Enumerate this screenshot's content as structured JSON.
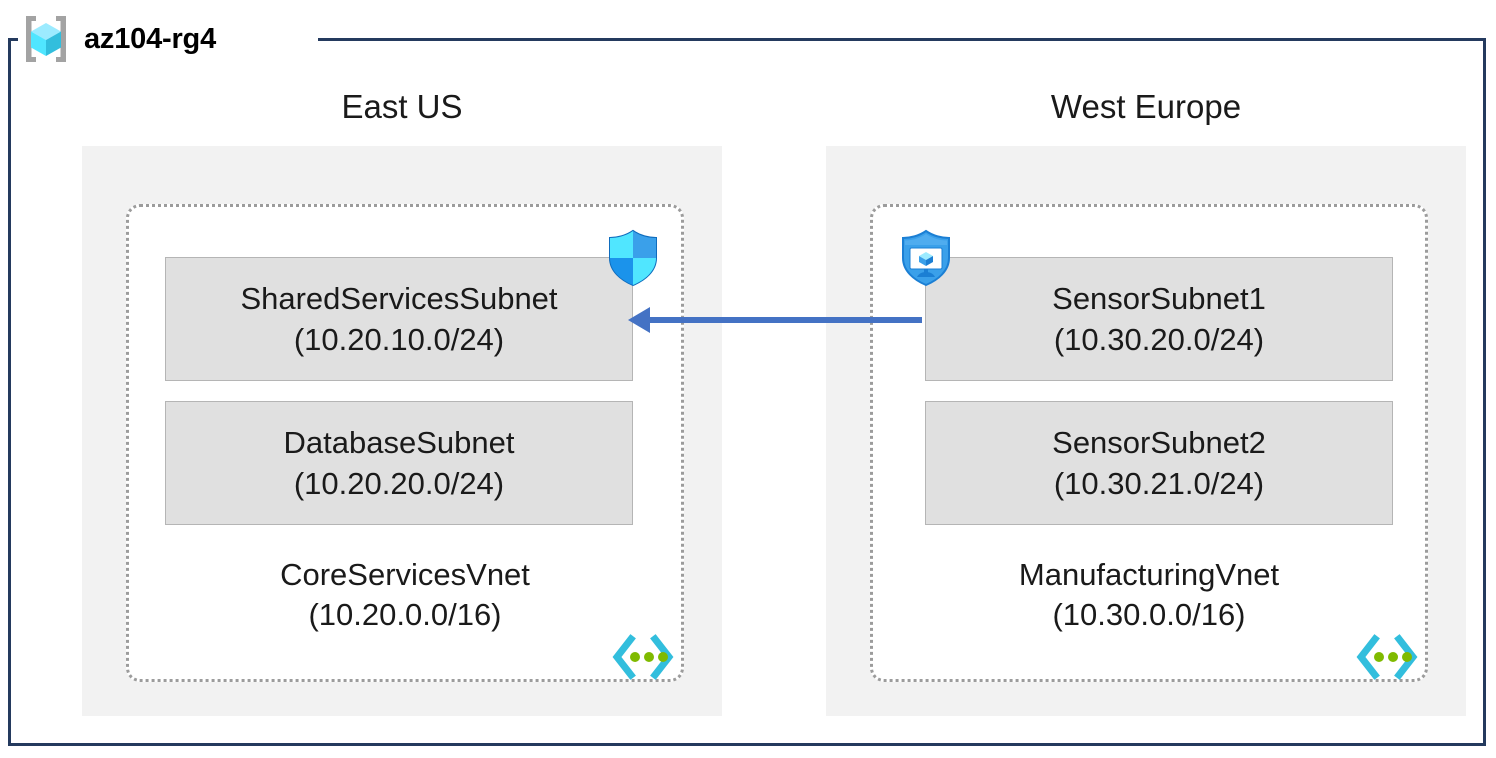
{
  "resource_group": {
    "name": "az104-rg4",
    "icon": "resource-group-cube-icon"
  },
  "regions": [
    {
      "id": "east-us",
      "label": "East US",
      "vnet": {
        "name": "CoreServicesVnet",
        "cidr": "(10.20.0.0/16)",
        "peering_icon": "vnet-peering-connector-icon",
        "subnets": [
          {
            "name": "SharedServicesSubnet",
            "cidr": "(10.20.10.0/24)",
            "icon": "network-security-group-shield-icon"
          },
          {
            "name": "DatabaseSubnet",
            "cidr": "(10.20.20.0/24)",
            "icon": null
          }
        ]
      }
    },
    {
      "id": "west-europe",
      "label": "West Europe",
      "vnet": {
        "name": "ManufacturingVnet",
        "cidr": "(10.30.0.0/16)",
        "peering_icon": "vnet-peering-connector-icon",
        "subnets": [
          {
            "name": "SensorSubnet1",
            "cidr": "(10.30.20.0/24)",
            "icon": "virtual-machine-shield-icon"
          },
          {
            "name": "SensorSubnet2",
            "cidr": "(10.30.21.0/24)",
            "icon": null
          }
        ]
      }
    }
  ],
  "connection": {
    "type": "peering-arrow",
    "direction": "right-to-left",
    "color": "#4472c4"
  },
  "colors": {
    "frame_border": "#243a5e",
    "region_fill": "#f2f2f2",
    "vnet_border": "#9c9c9c",
    "subnet_fill": "#e0e0e0",
    "subnet_border": "#b5b5b5",
    "arrow": "#4472c4",
    "azure_blue": "#0078d4",
    "cube_cyan": "#50e6ff",
    "peer_cyan": "#32bedd",
    "peer_green": "#7fba00"
  }
}
